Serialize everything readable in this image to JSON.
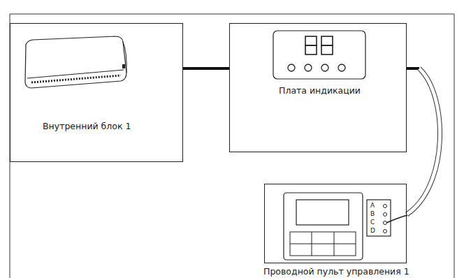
{
  "diagram": {
    "nodes": [
      {
        "text": [
          "Внутренний блок 1"
        ]
      },
      {
        "text": [
          "Плата индикации"
        ]
      },
      {
        "text": [
          "Проводной пульт управления 1"
        ]
      }
    ],
    "edges": [
      {
        "from": 0,
        "to": 1,
        "arrow": "none"
      },
      {
        "from": 1,
        "to": 2,
        "arrow": "none"
      }
    ],
    "labels": [
      "A",
      "B",
      "C",
      "D"
    ]
  }
}
